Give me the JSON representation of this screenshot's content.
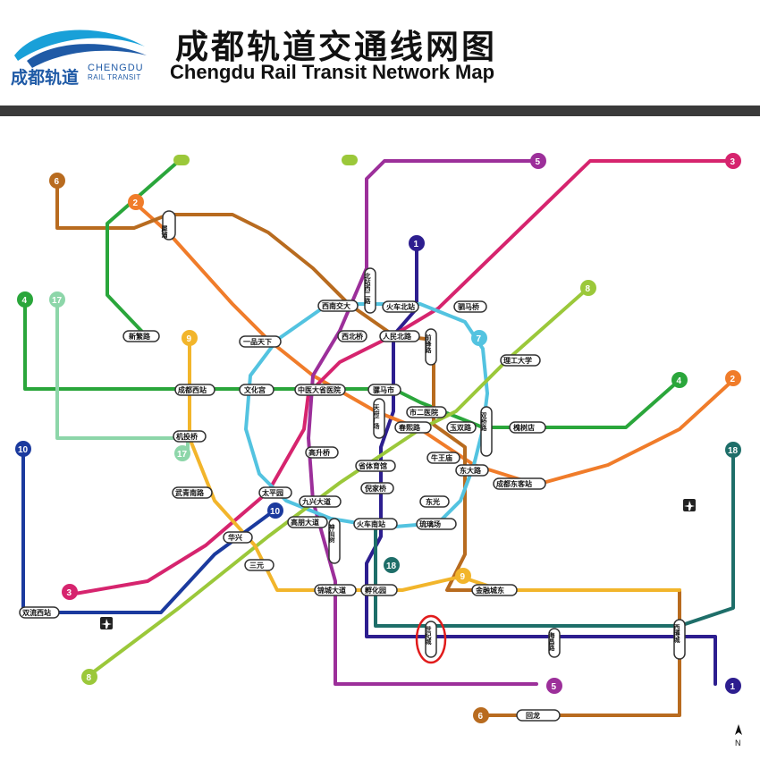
{
  "header": {
    "logo_cn": "成都轨道",
    "logo_en_line1": "CHENGDU",
    "logo_en_line2": "RAIL TRANSIT",
    "title_cn": "成都轨道交通线网图",
    "title_en": "Chengdu Rail Transit Network Map"
  },
  "colors": {
    "line1": "#2d1e8f",
    "line2": "#f07c2a",
    "line3": "#d6246e",
    "line4": "#2aa63b",
    "line5": "#9c2f9a",
    "line6": "#b86b1f",
    "line7": "#53c3e0",
    "line8": "#9bc83a",
    "line9": "#f2b52b",
    "line10": "#1b3a9e",
    "line17": "#8dd6a9",
    "line18": "#1e6e69",
    "highlight": "#e11b1b",
    "divider": "#3a3a3a"
  },
  "line_badges": [
    "1",
    "2",
    "3",
    "4",
    "5",
    "6",
    "7",
    "8",
    "9",
    "10",
    "17",
    "18"
  ],
  "hubs": {
    "xipu": "犀浦",
    "yipintianxia": "一品天下",
    "xinanjiaoda": "西南交大",
    "beizhanxierlu": "北站西二路",
    "huochebeizhan": "火车北站",
    "simaqiao": "驷马桥",
    "xibeiqiao": "西北桥",
    "renminbeilu": "人民北路",
    "qianfenglu": "前锋路",
    "xinfanlu": "新繁路",
    "chengduxizhan": "成都西站",
    "wenhuagong": "文化宫",
    "zhongyidasheng": "中医大省医院",
    "luomashi": "骡马市",
    "tianfuguangchang": "天府广场",
    "shierzhongyiyuan": "市二医院",
    "chunxilu": "春熙路",
    "yushuanglu": "玉双路",
    "shuangqiaolu": "双桥路",
    "xiankuandian": "槐树店",
    "ligongdaxue": "理工大学",
    "jichang": "机投桥",
    "gaoshengqiao": "高升桥",
    "tiyuchang": "省体育馆",
    "niuwangmiao": "牛王庙",
    "dongdalu": "东大路",
    "chengdudongke": "成都东客站",
    "wuqingnan": "武青南路",
    "taipingyuan": "太平园",
    "jiuxingdadao": "九兴大道",
    "nirqiao": "倪家桥",
    "dongguang": "东光",
    "huochenanzhan": "火车南站",
    "lichuanjiang": "琉璃场",
    "huaxing": "华兴",
    "sanyuan": "三元",
    "gaopeng": "高朋大道",
    "shenxianshu": "神仙树",
    "jinchengdadao": "锦城大道",
    "fuhuadao": "孵化园",
    "jinrongcheng": "金融城东",
    "shuangliuxizhan": "双流西站",
    "shijicheng": "世纪城",
    "haichanglu": "海昌路",
    "xibocheng": "西博城",
    "huilong": "回龙"
  },
  "compass_label": "N"
}
